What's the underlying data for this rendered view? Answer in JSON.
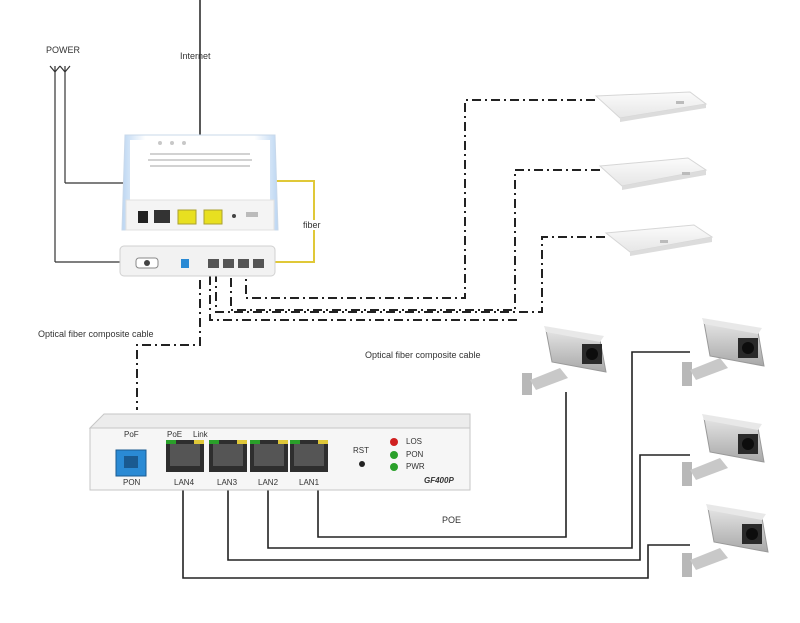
{
  "labels": {
    "power": "POWER",
    "internet": "Internet",
    "fiber": "fiber",
    "composite_left": "Optical fiber composite cable",
    "composite_mid": "Optical fiber composite cable",
    "poe": "POE"
  },
  "device": {
    "model": "GF400P",
    "pof": "PoF",
    "poe_hdr": "PoE",
    "link_hdr": "Link",
    "pon_port": "PON",
    "rst": "RST",
    "leds": [
      "LOS",
      "PON",
      "PWR"
    ],
    "lan_ports": [
      "LAN4",
      "LAN3",
      "LAN2",
      "LAN1"
    ]
  },
  "colors": {
    "fiber_cable": "#e0c838",
    "pon_port": "#2a8ad4",
    "led_red": "#d02020",
    "led_green": "#2aa02a",
    "cable": "#222222"
  }
}
